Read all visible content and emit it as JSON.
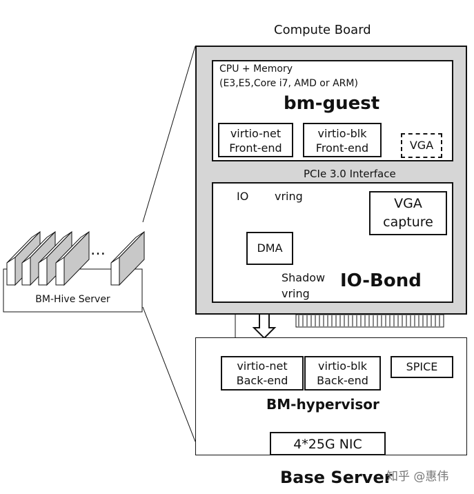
{
  "compute_board": {
    "title": "Compute Board",
    "bm_guest": {
      "cpu_line1": "CPU + Memory",
      "cpu_line2": "(E3,E5,Core i7, AMD or ARM)",
      "title": "bm-guest",
      "virtio_net_front": [
        "virtio-net",
        "Front-end"
      ],
      "virtio_blk_front": [
        "virtio-blk",
        "Front-end"
      ],
      "vga": "VGA"
    },
    "pcie_label": "PCIe 3.0 Interface",
    "io_bond": {
      "title": "IO-Bond",
      "io_label": "IO",
      "vring_label": "vring",
      "dma": "DMA",
      "vga_capture": [
        "VGA",
        "capture"
      ],
      "shadow_vring": [
        "Shadow",
        "vring"
      ]
    }
  },
  "base_server": {
    "title": "Base Server",
    "virtio_net_back": [
      "virtio-net",
      "Back-end"
    ],
    "virtio_blk_back": [
      "virtio-blk",
      "Back-end"
    ],
    "spice": "SPICE",
    "hypervisor": "BM-hypervisor",
    "nic": "4*25G NIC"
  },
  "bm_hive_server": {
    "label": "BM-Hive Server",
    "ellipsis": "…"
  },
  "watermark": "知乎 @惠伟"
}
